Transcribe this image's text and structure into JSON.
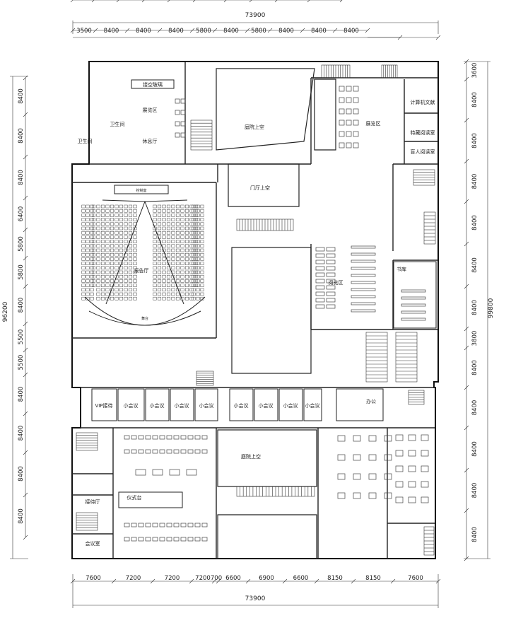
{
  "dimensions": {
    "top_total": "73900",
    "top_segments": [
      "3500",
      "8400",
      "8400",
      "8400",
      "5800",
      "8400",
      "5800",
      "8400",
      "8400",
      "8400"
    ],
    "bottom_total": "73900",
    "bottom_segments": [
      "7600",
      "7200",
      "7200",
      "7200",
      "700",
      "6600",
      "6900",
      "6600",
      "8150",
      "8150",
      "7600"
    ],
    "left_total": "96200",
    "left_segments": [
      "8400",
      "8400",
      "8400",
      "6400",
      "5800",
      "5800",
      "8400",
      "5500",
      "5500",
      "8400",
      "8400",
      "8400",
      "8400"
    ],
    "right_total": "99800",
    "right_segments": [
      "3600",
      "8400",
      "8400",
      "8400",
      "8400",
      "8400",
      "8400",
      "3800",
      "8400",
      "8400",
      "8400",
      "8400",
      "8400"
    ]
  },
  "rooms": {
    "glass": "镂空玻璃",
    "exhibit_nw": "展览区",
    "lounge": "休息厅",
    "wc_a": "卫生间",
    "wc_b": "卫生间",
    "courtyard_top": "庭院上空",
    "lobby_void": "门厅上空",
    "exhibit_ne": "展览区",
    "computer_docs": "计算机文献",
    "special_reading": "特藏阅读室",
    "blind_reading": "盲人阅读室",
    "control_room": "控制室",
    "auditorium": "报告厅",
    "stage": "舞台",
    "browse": "阅览区",
    "bookstore": "书库",
    "vip": "VIP接待",
    "meeting_rooms": [
      "小会议",
      "小会议",
      "小会议",
      "小会议",
      "小会议",
      "小会议",
      "小会议",
      "小会议"
    ],
    "office": "办公",
    "courtyard_low": "庭院上空",
    "stage_platform": "仪式台",
    "reception": "接待厅",
    "conference": "会议室"
  }
}
